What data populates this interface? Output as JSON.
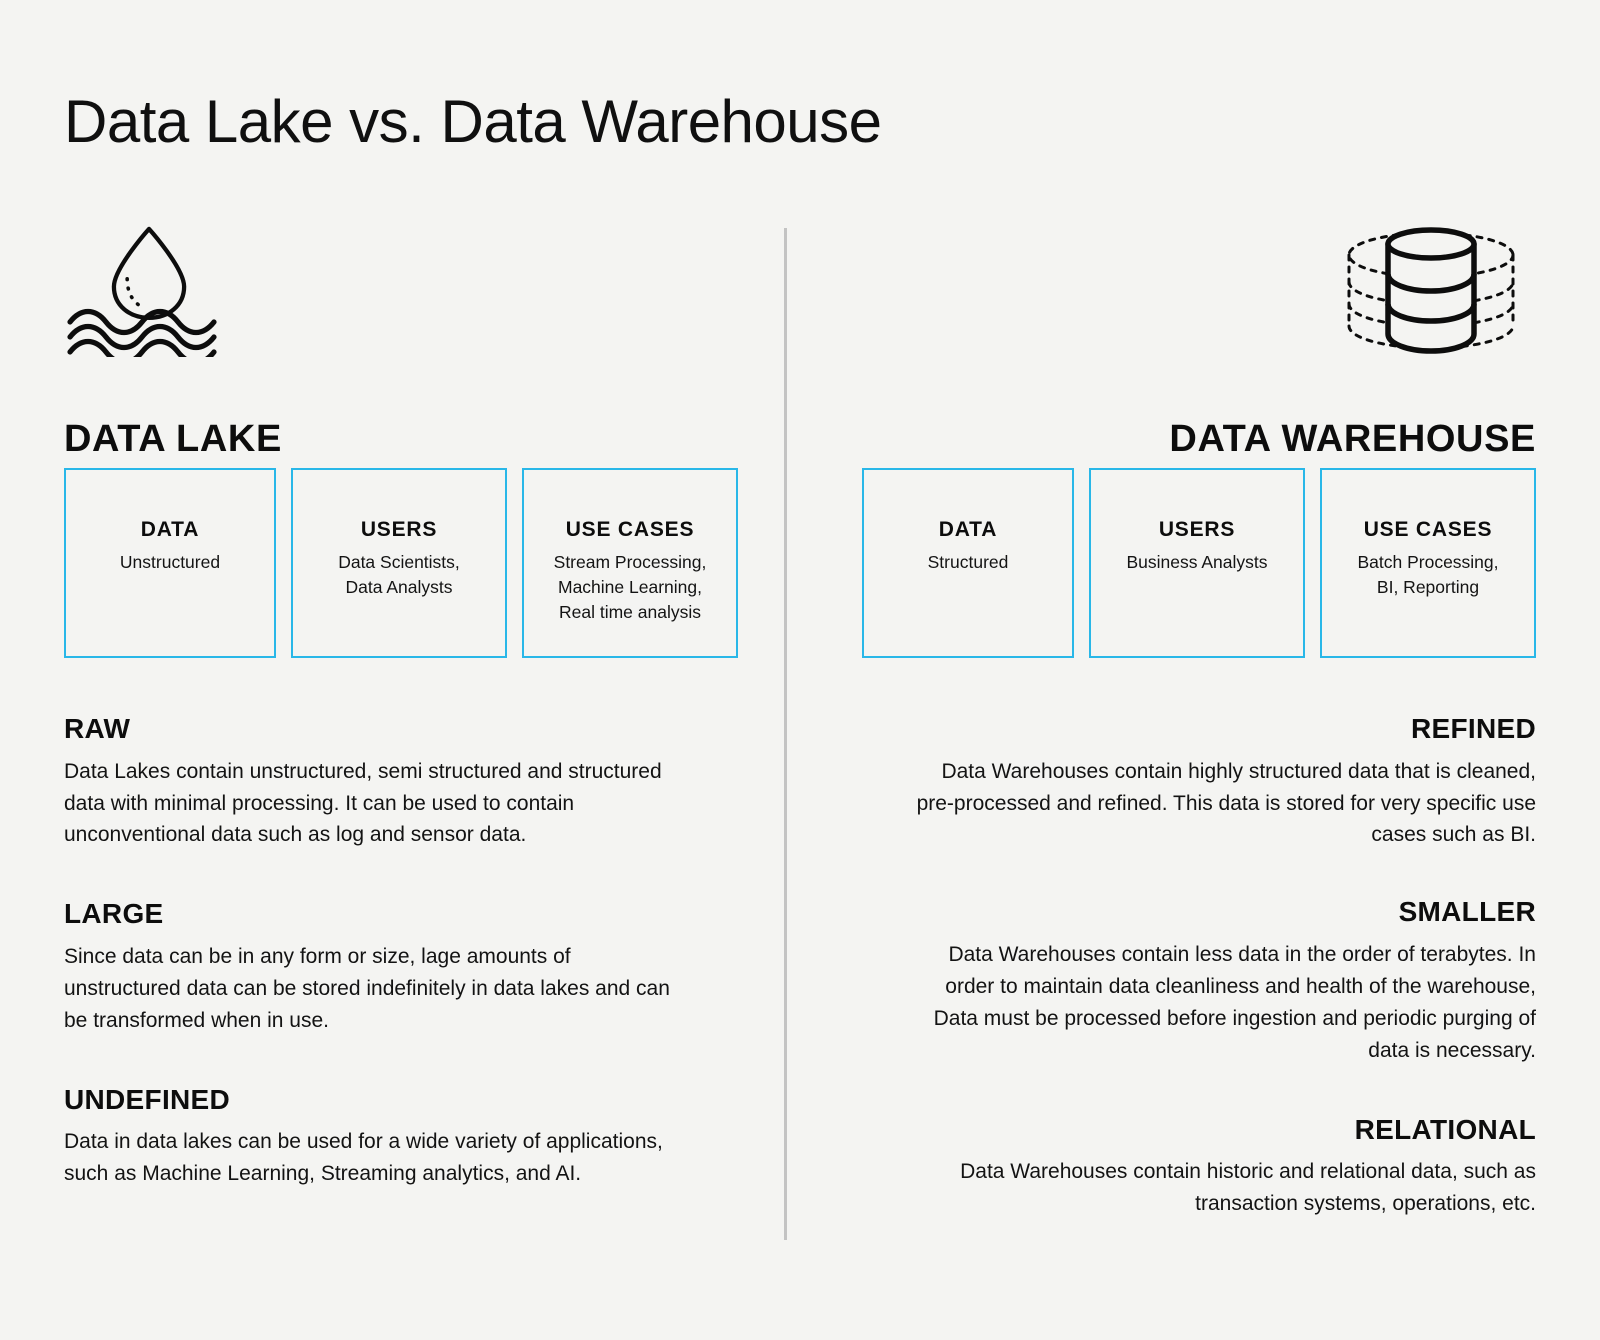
{
  "title": "Data Lake vs. Data Warehouse",
  "colors": {
    "background": "#f4f4f2",
    "accent": "#29b7e8",
    "text": "#111111",
    "divider": "#c3c3c3"
  },
  "columns": [
    {
      "id": "data-lake",
      "icon": "water-drop-waves-icon",
      "heading": "DATA LAKE",
      "attributes": [
        {
          "label": "DATA",
          "value": "Unstructured"
        },
        {
          "label": "USERS",
          "value": "Data Scientists,\nData Analysts"
        },
        {
          "label": "USE CASES",
          "value": "Stream Processing,\nMachine Learning,\nReal time analysis"
        }
      ],
      "features": [
        {
          "title": "RAW",
          "body": "Data Lakes contain unstructured, semi structured and structured data with minimal processing. It can be used to contain unconventional data such as log and sensor data."
        },
        {
          "title": "LARGE",
          "body": "Since data can be in any form or size, lage amounts of unstructured data can be stored indefinitely in data lakes and can be transformed when in use."
        },
        {
          "title": "UNDEFINED",
          "body": "Data in data lakes can be used for a wide variety of applications, such as Machine Learning, Streaming analytics, and AI."
        }
      ]
    },
    {
      "id": "data-warehouse",
      "icon": "database-cylinder-icon",
      "heading": "DATA WAREHOUSE",
      "attributes": [
        {
          "label": "DATA",
          "value": "Structured"
        },
        {
          "label": "USERS",
          "value": "Business Analysts"
        },
        {
          "label": "USE CASES",
          "value": "Batch Processing,\nBI, Reporting"
        }
      ],
      "features": [
        {
          "title": "REFINED",
          "body": "Data Warehouses contain highly structured data that is cleaned, pre-processed and refined. This data is stored for very specific use cases such as BI."
        },
        {
          "title": "SMALLER",
          "body": "Data Warehouses contain less data in the order of terabytes. In order to maintain data cleanliness and health of the warehouse, Data must be processed before ingestion and periodic purging of data is necessary."
        },
        {
          "title": "RELATIONAL",
          "body": "Data Warehouses contain historic and relational data, such as transaction systems, operations, etc."
        }
      ]
    }
  ]
}
